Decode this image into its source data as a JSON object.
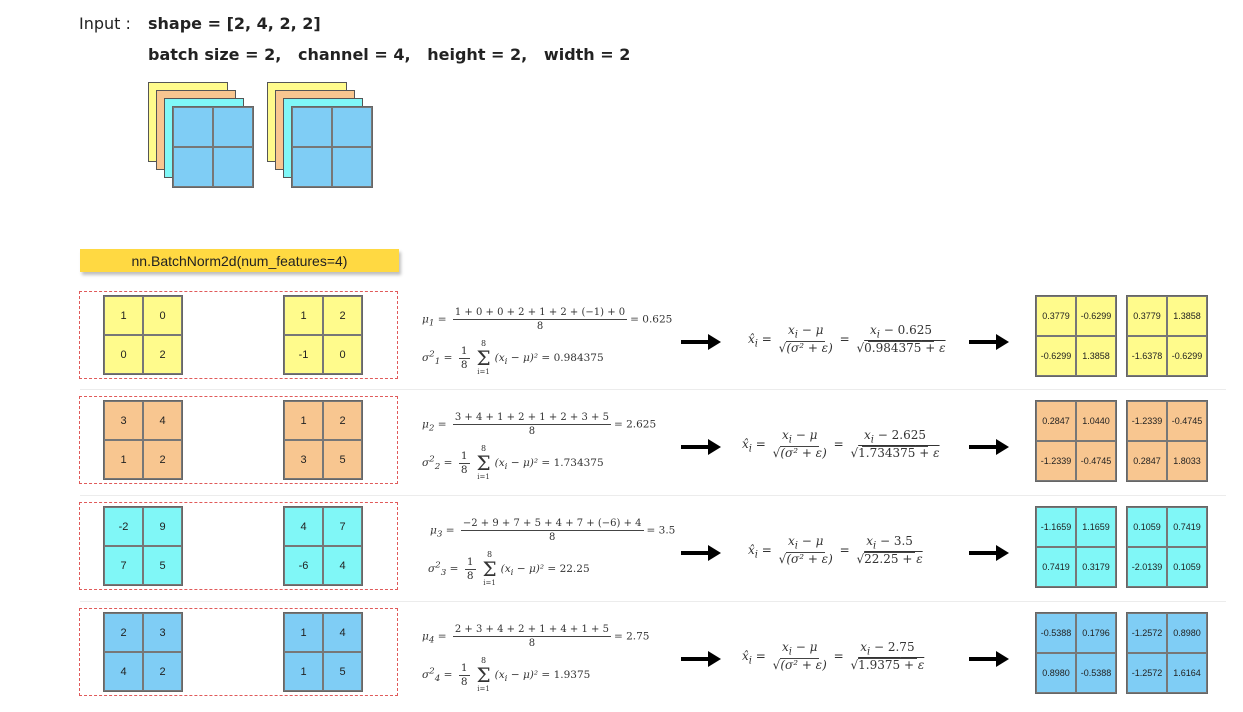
{
  "header": {
    "input_label": "Input :",
    "shape_line": "shape = [2, 4, 2, 2]",
    "dims_line": "batch size = 2,   channel = 4,   height = 2,   width = 2"
  },
  "module_label": "nn.BatchNorm2d(num_features=4)",
  "colors": {
    "yellow": "#fffb8c",
    "orange": "#f8c690",
    "cyan": "#80f7f7",
    "blue": "#7fcdf5",
    "dashed_border": "#e05a5a",
    "label_bg": "#ffd942"
  },
  "channels": [
    {
      "color": "#fffb8c",
      "out_color": "#fffb8c",
      "in_a": [
        "1",
        "0",
        "0",
        "2"
      ],
      "in_b": [
        "1",
        "2",
        "-1",
        "0"
      ],
      "mu_sym": "μ",
      "mu_sub": "1",
      "mu_num": "1 + 0 + 0 + 2 + 1 + 2 + (−1) + 0",
      "mu_den": "8",
      "mu_val": "= 0.625",
      "var_sub": "1",
      "var_val": "= 0.984375",
      "norm_mean": "0.625",
      "norm_var": "0.984375",
      "out_a": [
        "0.3779",
        "-0.6299",
        "-0.6299",
        "1.3858"
      ],
      "out_b": [
        "0.3779",
        "1.3858",
        "-1.6378",
        "-0.6299"
      ]
    },
    {
      "color": "#f8c690",
      "out_color": "#f8c690",
      "in_a": [
        "3",
        "4",
        "1",
        "2"
      ],
      "in_b": [
        "1",
        "2",
        "3",
        "5"
      ],
      "mu_sym": "μ",
      "mu_sub": "2",
      "mu_num": "3 + 4 + 1 + 2 + 1 + 2 + 3 + 5",
      "mu_den": "8",
      "mu_val": "= 2.625",
      "var_sub": "2",
      "var_val": "= 1.734375",
      "norm_mean": "2.625",
      "norm_var": "1.734375",
      "out_a": [
        "0.2847",
        "1.0440",
        "-1.2339",
        "-0.4745"
      ],
      "out_b": [
        "-1.2339",
        "-0.4745",
        "0.2847",
        "1.8033"
      ]
    },
    {
      "color": "#80f7f7",
      "out_color": "#80f7f7",
      "in_a": [
        "-2",
        "9",
        "7",
        "5"
      ],
      "in_b": [
        "4",
        "7",
        "-6",
        "4"
      ],
      "mu_sym": "μ",
      "mu_sub": "3",
      "mu_num": "−2 + 9 + 7 + 5 + 4 + 7 + (−6) + 4",
      "mu_den": "8",
      "mu_val": "= 3.5",
      "var_sub": "3",
      "var_val": "= 22.25",
      "norm_mean": "3.5",
      "norm_var": "22.25",
      "out_a": [
        "-1.1659",
        "1.1659",
        "0.7419",
        "0.3179"
      ],
      "out_b": [
        "0.1059",
        "0.7419",
        "-2.0139",
        "0.1059"
      ]
    },
    {
      "color": "#7fcdf5",
      "out_color": "#7fcdf5",
      "in_a": [
        "2",
        "3",
        "4",
        "2"
      ],
      "in_b": [
        "1",
        "4",
        "1",
        "5"
      ],
      "mu_sym": "μ",
      "mu_sub": "4",
      "mu_num": "2 + 3 + 4 + 2 + 1 + 4 + 1 + 5",
      "mu_den": "8",
      "mu_val": "= 2.75",
      "var_sub": "4",
      "var_val": "= 1.9375",
      "norm_mean": "2.75",
      "norm_var": "1.9375",
      "out_a": [
        "-0.5388",
        "0.1796",
        "0.8980",
        "-0.5388"
      ],
      "out_b": [
        "-1.2572",
        "0.8980",
        "-1.2572",
        "1.6164"
      ]
    }
  ],
  "formula": {
    "xhat": "x̂",
    "xi": "x",
    "i_sub": "i",
    "minus_mu": "− μ",
    "sqrt_den": "σ² + ε",
    "sum_upper": "8",
    "sum_lower": "i=1",
    "one_over": "1",
    "eight": "8",
    "var_body": "(x",
    "var_tail": " − μ)²",
    "sigma": "σ"
  }
}
